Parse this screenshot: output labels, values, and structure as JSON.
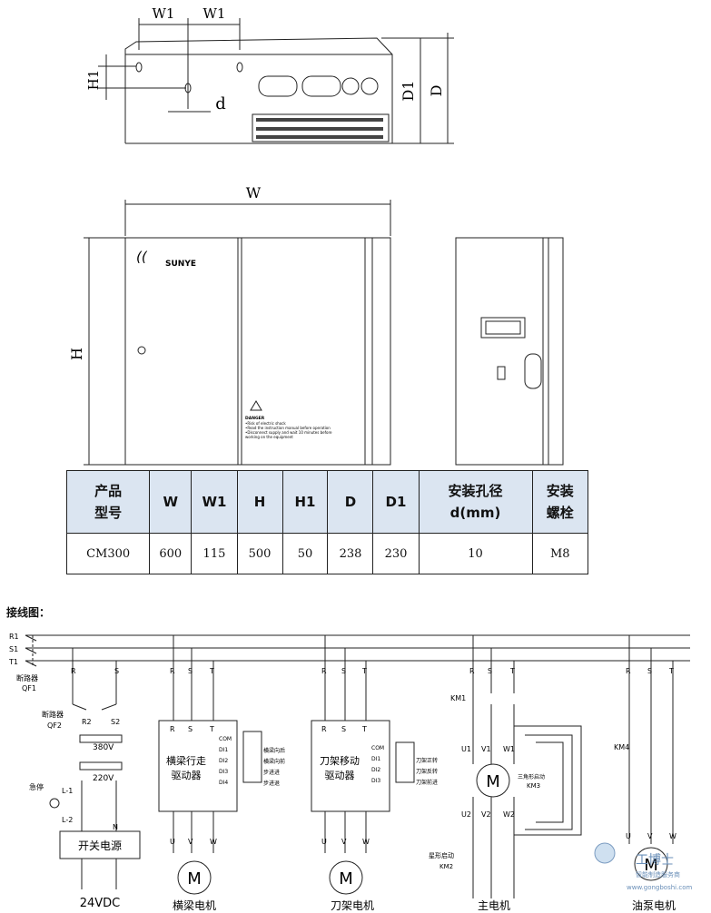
{
  "top_view": {
    "labels": {
      "w1a": "W1",
      "w1b": "W1",
      "h1": "H1",
      "d_small": "d",
      "d1": "D1",
      "d": "D"
    }
  },
  "front_view": {
    "labels": {
      "w": "W",
      "h": "H"
    },
    "brand": "SUNYE",
    "warning": {
      "title": "DANGER",
      "lines": [
        "•Risk of electric shock",
        "•Read the instruction manual before operation",
        "•Disconnect supply and wait 10 minutes before",
        "  working on the equipment"
      ]
    }
  },
  "spec_table": {
    "headers": [
      "产品\n型号",
      "W",
      "W1",
      "H",
      "H1",
      "D",
      "D1",
      "安装孔径\nd(mm)",
      "安装\n螺栓"
    ],
    "rows": [
      [
        "CM300",
        "600",
        "115",
        "500",
        "50",
        "238",
        "230",
        "10",
        "M8"
      ]
    ]
  },
  "wiring": {
    "title": "接线图：",
    "bus": [
      "R1",
      "S1",
      "T1"
    ],
    "breaker_main": [
      "断路器",
      "QF1"
    ],
    "breaker_2": [
      "断路器",
      "QF2"
    ],
    "phase": [
      "R",
      "S",
      "T"
    ],
    "ps": {
      "r2": "R2",
      "s2": "S2",
      "v380": "380V",
      "v220": "220V",
      "estop": "急停",
      "l1": "L-1",
      "l2": "L-2",
      "n": "N",
      "box": "开关电源",
      "out": "24VDC"
    },
    "drive1": {
      "title": [
        "横梁行走",
        "驱动器"
      ],
      "inputs": [
        "COM",
        "DI1",
        "DI2",
        "DI3",
        "DI4"
      ],
      "funcs": [
        "横梁向后",
        "横梁向前",
        "步进进",
        "步进退"
      ],
      "motor": "横梁电机"
    },
    "drive2": {
      "title": [
        "刀架移动",
        "驱动器"
      ],
      "inputs": [
        "COM",
        "DI1",
        "DI2",
        "DI3"
      ],
      "funcs": [
        "刀架正转",
        "刀架反转",
        "刀架前进"
      ],
      "motor": "刀架电机"
    },
    "main_motor": {
      "km1": "KM1",
      "u1": "U1",
      "v1": "V1",
      "w1": "W1",
      "u2": "U2",
      "v2": "V2",
      "w2": "W2",
      "star": [
        "三角形启动",
        "KM3"
      ],
      "delta": [
        "星形启动",
        "KM2"
      ],
      "label": "主电机"
    },
    "pump": {
      "km4": "KM4",
      "u": "U",
      "v": "V",
      "w": "W",
      "label": "油泵电机"
    },
    "uvw": [
      "U",
      "V",
      "W"
    ],
    "m": "M"
  },
  "watermark": {
    "logo": "工博士",
    "url": "智能制造服务商",
    "site": "www.gongboshi.com"
  }
}
